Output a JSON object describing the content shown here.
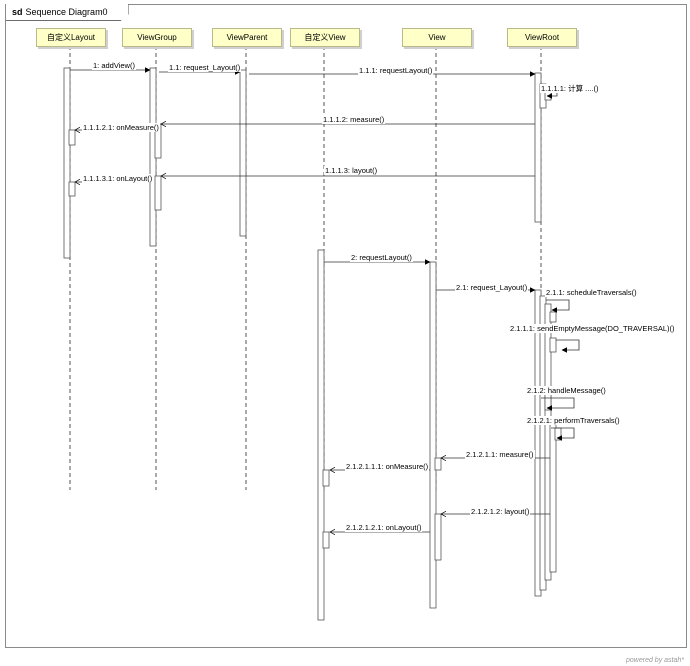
{
  "frame": {
    "keyword": "sd",
    "title": "Sequence Diagram0"
  },
  "lifelines": [
    {
      "id": "custom-layout",
      "label": "自定义Layout"
    },
    {
      "id": "viewgroup",
      "label": "ViewGroup"
    },
    {
      "id": "viewparent",
      "label": "ViewParent"
    },
    {
      "id": "custom-view",
      "label": "自定义View"
    },
    {
      "id": "view",
      "label": "View"
    },
    {
      "id": "viewroot",
      "label": "ViewRoot"
    }
  ],
  "messages": [
    {
      "label": "1: addView()"
    },
    {
      "label": "1.1: request_Layout()"
    },
    {
      "label": "1.1.1: requestLayout()"
    },
    {
      "label": "1.1.1.1: 计算 ....()"
    },
    {
      "label": "1.1.1.2: measure()"
    },
    {
      "label": "1.1.1.2.1: onMeasure()"
    },
    {
      "label": "1.1.1.3: layout()"
    },
    {
      "label": "1.1.1.3.1: onLayout()"
    },
    {
      "label": "2: requestLayout()"
    },
    {
      "label": "2.1: request_Layout()"
    },
    {
      "label": "2.1.1: scheduleTraversals()"
    },
    {
      "label": "2.1.1.1: sendEmptyMessage(DO_TRAVERSAL)()"
    },
    {
      "label": "2.1.2: handleMessage()"
    },
    {
      "label": "2.1.2.1: performTraversals()"
    },
    {
      "label": "2.1.2.1.1: measure()"
    },
    {
      "label": "2.1.2.1.1.1: onMeasure()"
    },
    {
      "label": "2.1.2.1.2: layout()"
    },
    {
      "label": "2.1.2.1.2.1: onLayout()"
    }
  ],
  "footer": "powered by astah*"
}
